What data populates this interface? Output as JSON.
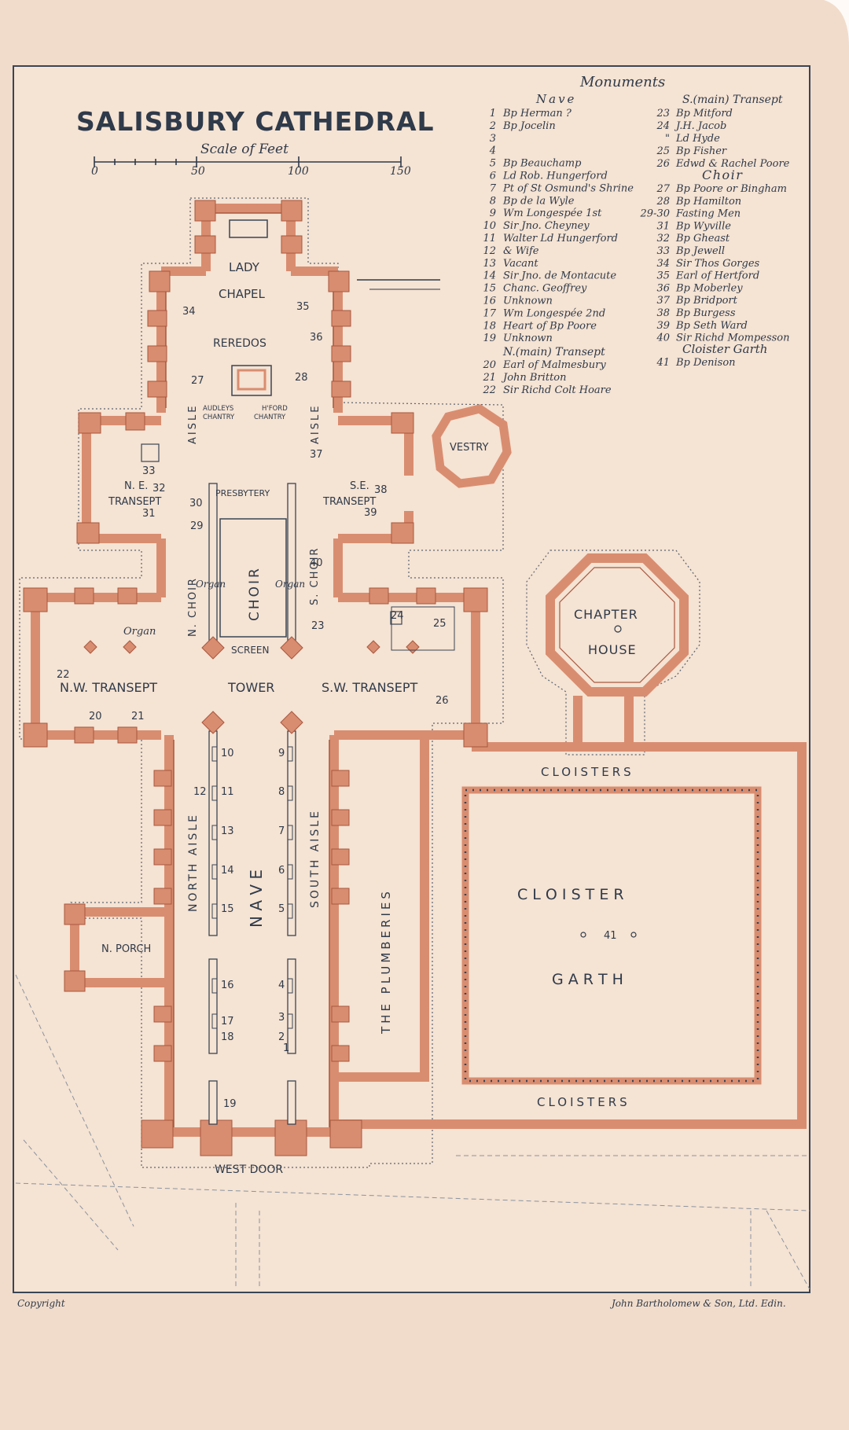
{
  "title": "SALISBURY CATHEDRAL",
  "scale": {
    "label": "Scale of Feet",
    "ticks": [
      "0",
      "50",
      "100",
      "150"
    ]
  },
  "monuments": {
    "heading": "Monuments",
    "nave_heading": "Nave",
    "nave": [
      {
        "n": "1",
        "t": "Bp Herman ?"
      },
      {
        "n": "2",
        "t": "Bp Jocelin"
      },
      {
        "n": "3",
        "t": ""
      },
      {
        "n": "4",
        "t": ""
      },
      {
        "n": "5",
        "t": "Bp Beauchamp"
      },
      {
        "n": "6",
        "t": "Ld Rob. Hungerford"
      },
      {
        "n": "7",
        "t": "Pt of St Osmund's Shrine"
      },
      {
        "n": "8",
        "t": "Bp de la Wyle"
      },
      {
        "n": "9",
        "t": "Wm Longespée 1st"
      },
      {
        "n": "10",
        "t": "Sir Jno. Cheyney"
      },
      {
        "n": "11",
        "t": "Walter Ld Hungerford"
      },
      {
        "n": "12",
        "t": "& Wife"
      },
      {
        "n": "13",
        "t": "Vacant"
      },
      {
        "n": "14",
        "t": "Sir Jno. de Montacute"
      },
      {
        "n": "15",
        "t": "Chanc. Geoffrey"
      },
      {
        "n": "16",
        "t": "Unknown"
      },
      {
        "n": "17",
        "t": "Wm Longespée 2nd"
      },
      {
        "n": "18",
        "t": "Heart of Bp Poore"
      },
      {
        "n": "19",
        "t": "Unknown"
      }
    ],
    "n_transept_heading": "N.(main) Transept",
    "n_transept": [
      {
        "n": "20",
        "t": "Earl of Malmesbury"
      },
      {
        "n": "21",
        "t": "John Britton"
      },
      {
        "n": "22",
        "t": "Sir Richd Colt Hoare"
      }
    ],
    "s_transept_heading": "S.(main) Transept",
    "s_transept": [
      {
        "n": "23",
        "t": "Bp Mitford"
      },
      {
        "n": "24",
        "t": "J.H. Jacob"
      },
      {
        "n": "\"",
        "t": "Ld Hyde"
      },
      {
        "n": "25",
        "t": "Bp Fisher"
      },
      {
        "n": "26",
        "t": "Edwd & Rachel Poore"
      }
    ],
    "choir_heading": "Choir",
    "choir": [
      {
        "n": "27",
        "t": "Bp Poore or Bingham"
      },
      {
        "n": "28",
        "t": "Bp Hamilton"
      },
      {
        "n": "29-30",
        "t": "Fasting Men"
      },
      {
        "n": "31",
        "t": "Bp Wyville"
      },
      {
        "n": "32",
        "t": "Bp Gheast"
      },
      {
        "n": "33",
        "t": "Bp Jewell"
      },
      {
        "n": "34",
        "t": "Sir Thos Gorges"
      },
      {
        "n": "35",
        "t": "Earl of Hertford"
      },
      {
        "n": "36",
        "t": "Bp Moberley"
      },
      {
        "n": "37",
        "t": "Bp Bridport"
      },
      {
        "n": "38",
        "t": "Bp Burgess"
      },
      {
        "n": "39",
        "t": "Bp Seth Ward"
      },
      {
        "n": "40",
        "t": "Sir Richd Mompesson"
      }
    ],
    "garth_heading": "Cloister Garth",
    "garth": [
      {
        "n": "41",
        "t": "Bp Denison"
      }
    ]
  },
  "labels": {
    "lady_1": "LADY",
    "lady_2": "CHAPEL",
    "reredos": "REREDOS",
    "audley_1": "AUDLEYS",
    "audley_2": "CHANTRY",
    "hford_1": "H'FORD",
    "hford_2": "CHANTRY",
    "ne_1": "N. E.",
    "ne_2": "TRANSEPT",
    "se_1": "S.E.",
    "se_2": "TRANSEPT",
    "vestry": "VESTRY",
    "presbytery": "PRESBYTERY",
    "choir": "CHOIR",
    "n_choir": "N. CHOIR",
    "s_choir": "S. CHOIR",
    "aisle": "AISLE",
    "organ": "Organ",
    "screen": "SCREEN",
    "nw": "N.W. TRANSEPT",
    "tower": "TOWER",
    "sw": "S.W. TRANSEPT",
    "chapter_1": "CHAPTER",
    "chapter_2": "HOUSE",
    "cloisters": "CLOISTERS",
    "garth_1": "C L O I S T E R",
    "garth_2": "G A R T H",
    "nave": "N A V E",
    "north_aisle": "NORTH AISLE",
    "south_aisle": "SOUTH AISLE",
    "plumberies": "THE PLUMBERIES",
    "porch": "N. PORCH",
    "west_door": "WEST DOOR"
  },
  "nums": {
    "n1": "1",
    "n2": "2",
    "n3": "3",
    "n4": "4",
    "n5": "5",
    "n6": "6",
    "n7": "7",
    "n8": "8",
    "n9": "9",
    "n10": "10",
    "n11": "11",
    "n12": "12",
    "n13": "13",
    "n14": "14",
    "n15": "15",
    "n16": "16",
    "n17": "17",
    "n18": "18",
    "n19": "19",
    "n20": "20",
    "n21": "21",
    "n22": "22",
    "n23": "23",
    "n24": "24",
    "n25": "25",
    "n26": "26",
    "n27": "27",
    "n28": "28",
    "n29": "29",
    "n30": "30",
    "n31": "31",
    "n32": "32",
    "n33": "33",
    "n34": "34",
    "n35": "35",
    "n36": "36",
    "n37": "37",
    "n38": "38",
    "n39": "39",
    "n40": "40",
    "n41": "41"
  },
  "footer": {
    "left": "Copyright",
    "right": "John Bartholomew & Son, Ltd. Edin."
  },
  "colors": {
    "paper": "#f1dccb",
    "wall": "#d98d70",
    "wall_edge": "#a8573e",
    "ink": "#2f3a4a"
  }
}
